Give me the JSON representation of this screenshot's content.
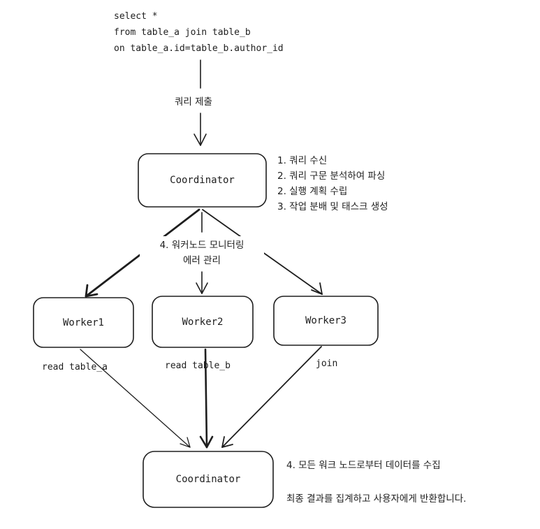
{
  "query": {
    "lines": [
      "select *",
      "from table_a join table_b",
      "on table_a.id=table_b.author_id"
    ]
  },
  "labels": {
    "submit_query": "쿼리 제출",
    "monitor_line1": "4. 워커노드 모니터링",
    "monitor_line2": "에러 관리",
    "read_a": "read table_a",
    "read_b": "read table_b",
    "join": "join"
  },
  "nodes": {
    "coordinator_top": "Coordinator",
    "worker1": "Worker1",
    "worker2": "Worker2",
    "worker3": "Worker3",
    "coordinator_bottom": "Coordinator"
  },
  "notes": {
    "coordinator_steps": [
      "1. 쿼리 수신",
      "2. 쿼리 구문 분석하여 파싱",
      "2. 실행 계획 수립",
      "3. 작업 분배 및 태스크 생성"
    ],
    "collect": "4. 모든 워크 노드로부터 데이터를 수집",
    "final": "최종 결과를 집계하고 사용자에게 반환합니다."
  },
  "colors": {
    "stroke": "#1e1e1e",
    "background": "#ffffff"
  }
}
